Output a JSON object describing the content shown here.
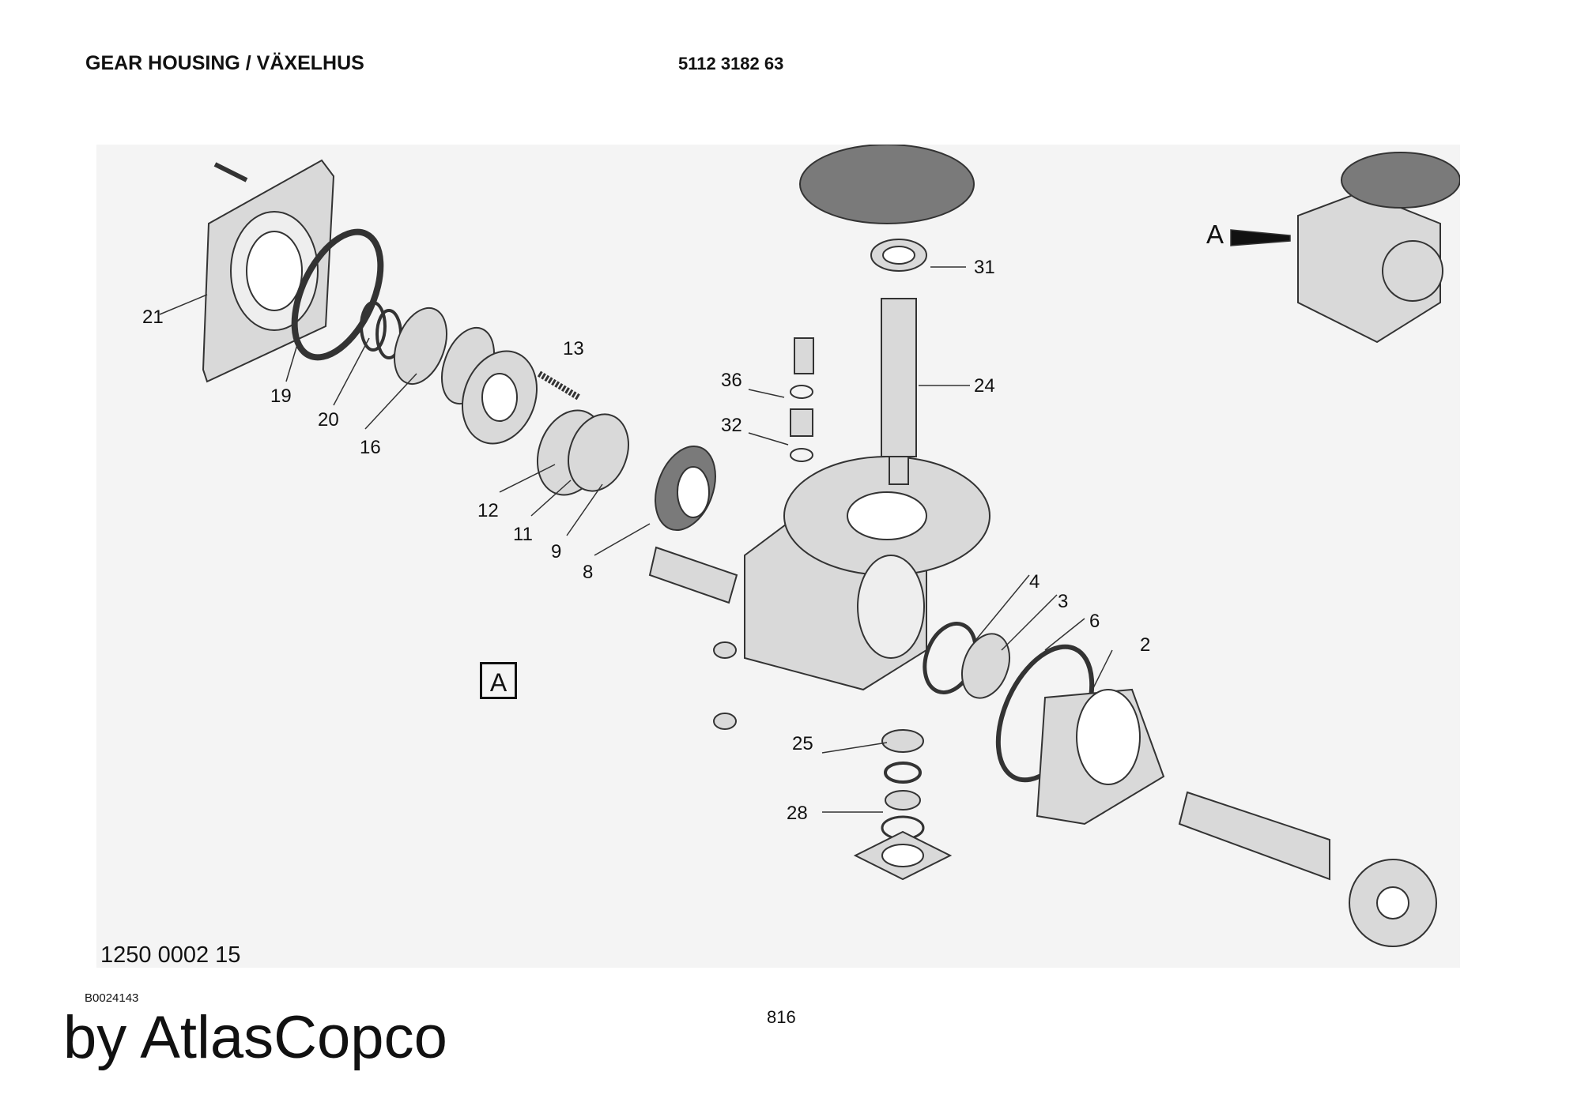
{
  "header": {
    "title": "GEAR HOUSING / VÄXELHUS",
    "part_number": "5112 3182 63"
  },
  "callouts": {
    "c21": "21",
    "c19": "19",
    "c20": "20",
    "c16": "16",
    "c13": "13",
    "c12": "12",
    "c11": "11",
    "c9": "9",
    "c8": "8",
    "c36": "36",
    "c32": "32",
    "c31": "31",
    "c24": "24",
    "c4": "4",
    "c3": "3",
    "c6": "6",
    "c2": "2",
    "c25": "25",
    "c28": "28"
  },
  "view_marker": {
    "box_label": "A",
    "arrow_label": "A"
  },
  "footer": {
    "drawing_number": "1250 0002 15",
    "image_id": "B0024143",
    "page_number": "816",
    "brand": "by AtlasCopco"
  },
  "colors": {
    "part_fill": "#d9d9d9",
    "part_stroke": "#333333",
    "panel": "#f4f4f4",
    "dark_disc": "#7a7a7a"
  }
}
